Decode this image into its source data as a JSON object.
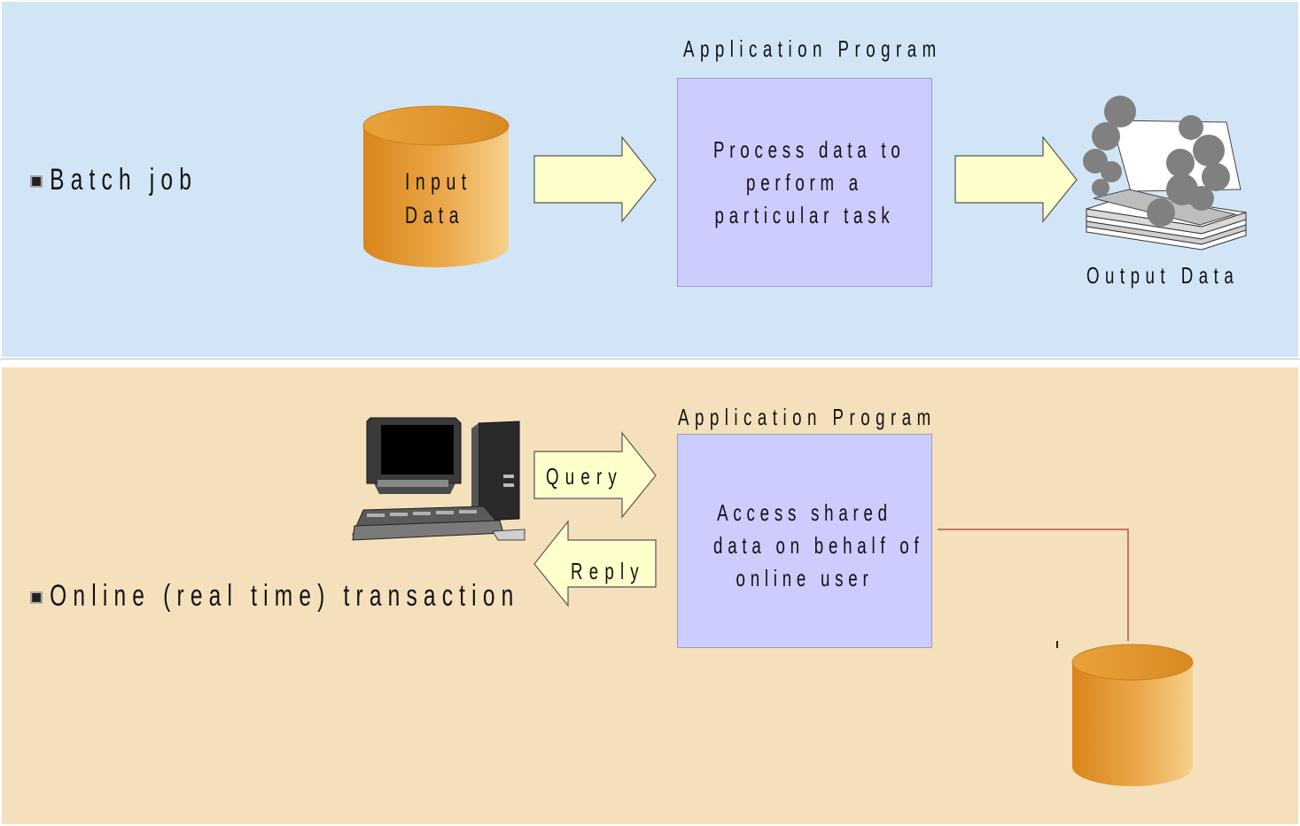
{
  "batch": {
    "bullet_label": "Batch job",
    "app_title": "Application Program",
    "input_label_line1": "Input",
    "input_label_line2": "Data",
    "process_lines": [
      "Process data to",
      "perform a",
      "particular task"
    ],
    "output_label": "Output Data",
    "colors": {
      "background": "#d2e5f6",
      "box": "#ccccff",
      "arrow": "#ffffcc",
      "cylinder": "#e9a23b"
    }
  },
  "online": {
    "bullet_label": "Online (real time) transaction",
    "app_title": "Application Program",
    "query_label": "Query",
    "reply_label": "Reply",
    "process_lines": [
      "Access shared",
      "data on behalf of",
      "online user"
    ],
    "colors": {
      "background": "#f5e0bc",
      "box": "#ccccff",
      "arrow": "#ffffcc",
      "connector": "#a33a3a"
    }
  },
  "icons": [
    "database-cylinder-icon",
    "printer-output-icon",
    "computer-workstation-icon",
    "right-arrow-icon",
    "left-arrow-icon",
    "square-bullet-icon"
  ]
}
